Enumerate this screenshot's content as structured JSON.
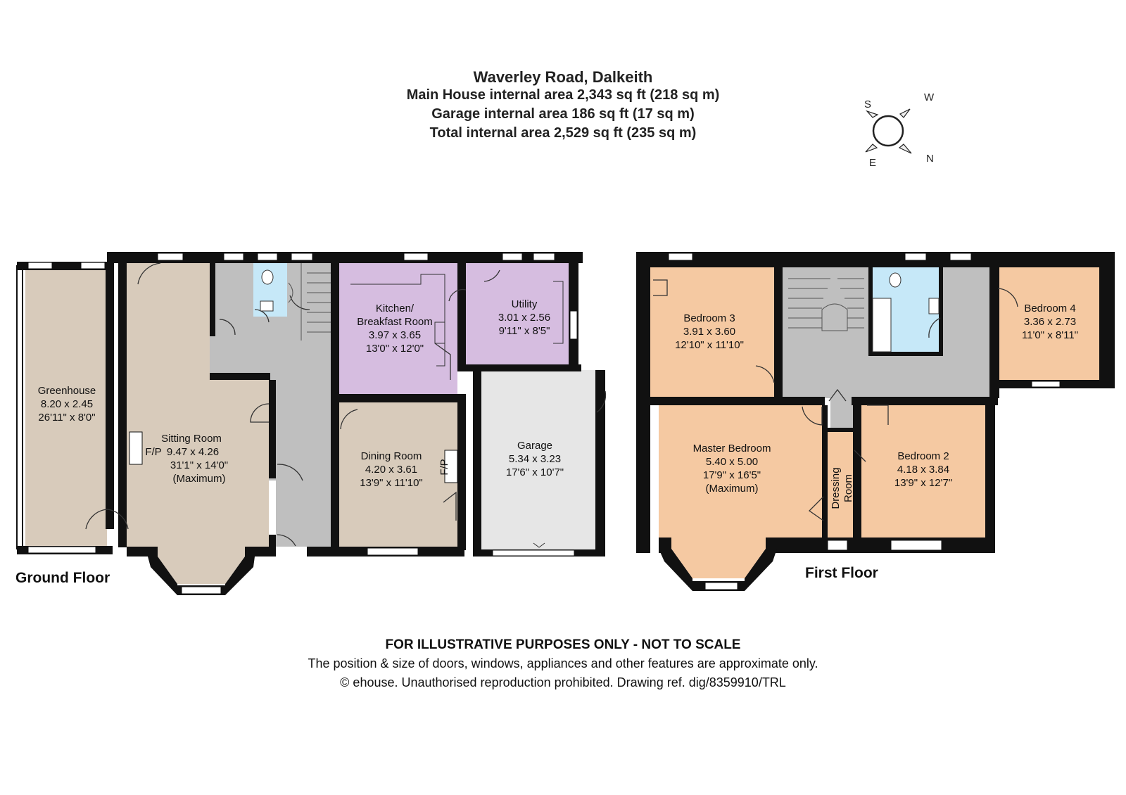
{
  "header": {
    "title": "Waverley Road, Dalkeith",
    "main_area": "Main House internal area 2,343 sq ft (218 sq m)",
    "garage_area": "Garage internal area 186 sq ft (17 sq m)",
    "total_area": "Total internal area 2,529 sq ft (235 sq m)"
  },
  "compass": {
    "s": "S",
    "w": "W",
    "e": "E",
    "n": "N"
  },
  "floors": {
    "ground": "Ground Floor",
    "first": "First Floor"
  },
  "rooms": {
    "greenhouse": [
      "Greenhouse",
      "8.20 x 2.45",
      "26'11\" x 8'0\""
    ],
    "sitting": [
      "Sitting Room",
      "9.47 x 4.26",
      "31'1\" x 14'0\"",
      "(Maximum)"
    ],
    "kitchen": [
      "Kitchen/",
      "Breakfast Room",
      "3.97 x 3.65",
      "13'0\" x 12'0\""
    ],
    "utility": [
      "Utility",
      "3.01 x 2.56",
      "9'11\" x 8'5\""
    ],
    "dining": [
      "Dining Room",
      "4.20 x 3.61",
      "13'9\" x 11'10\""
    ],
    "garage": [
      "Garage",
      "5.34 x 3.23",
      "17'6\" x 10'7\""
    ],
    "bedroom3": [
      "Bedroom 3",
      "3.91 x 3.60",
      "12'10\" x 11'10\""
    ],
    "bedroom4": [
      "Bedroom 4",
      "3.36 x 2.73",
      "11'0\" x 8'11\""
    ],
    "master": [
      "Master Bedroom",
      "5.40 x 5.00",
      "17'9\" x 16'5\"",
      "(Maximum)"
    ],
    "bedroom2": [
      "Bedroom 2",
      "4.18 x 3.84",
      "13'9\" x 12'7\""
    ],
    "dressing": [
      "Dressing",
      "Room"
    ]
  },
  "fireplace_label": "F/P",
  "colors": {
    "wall": "#111111",
    "greenhouse": "#d8cbbb",
    "sitting": "#d8cbbb",
    "dining": "#d8cbbb",
    "kitchen": "#d6bde0",
    "hall": "#bfbfbf",
    "bathroom": "#c6e8f8",
    "garage": "#e6e6e6",
    "bedroom": "#f5c9a2"
  },
  "footer": {
    "line1": "FOR ILLUSTRATIVE PURPOSES ONLY - NOT TO SCALE",
    "line2": "The position & size of doors, windows, appliances and other features are approximate only.",
    "line3": "© ehouse. Unauthorised reproduction prohibited. Drawing ref. dig/8359910/TRL"
  }
}
